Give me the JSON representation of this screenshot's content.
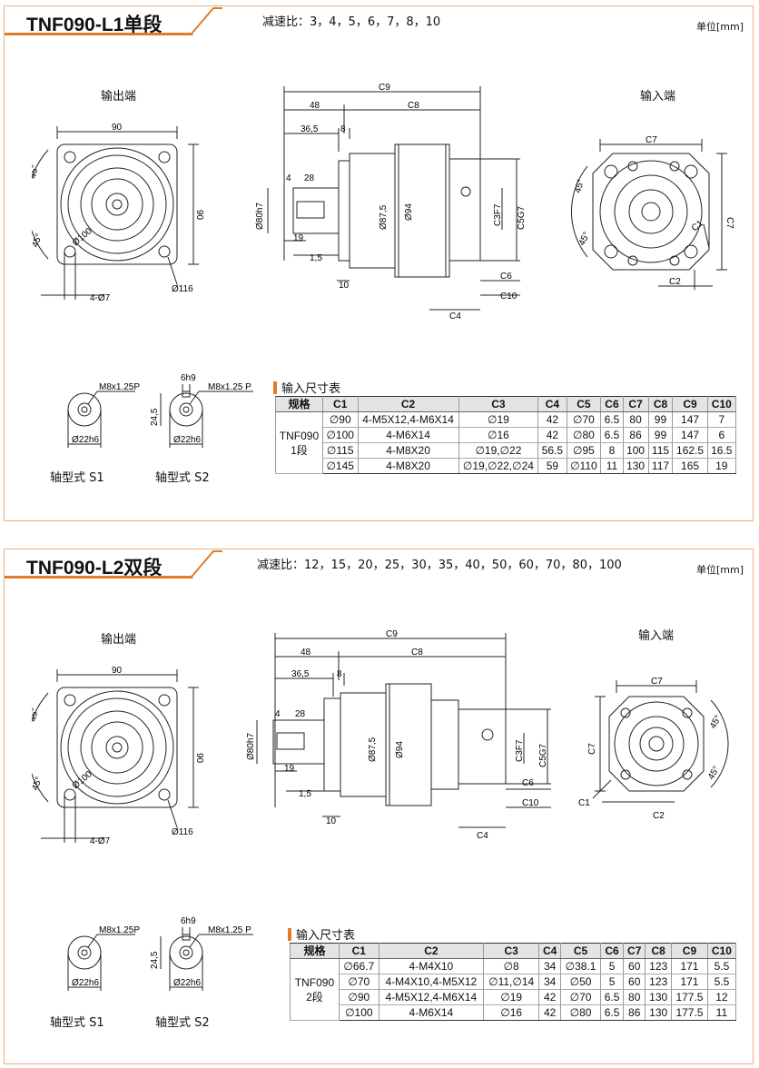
{
  "colors": {
    "accent": "#e07b2a",
    "frame": "#e8b27a",
    "line": "#222222"
  },
  "sections": [
    {
      "title": "TNF090-L1单段",
      "ratio": "减速比：3，4，5，6，7，8，10",
      "unit": "单位[mm]",
      "output_label": "输出端",
      "input_label": "输入端",
      "shaft_s1": "轴型式 S1",
      "shaft_s2": "轴型式 S2",
      "table_title": "输入尺寸表",
      "dims": {
        "d90a": "90",
        "d90b": "90",
        "a45a": "45°",
        "a45b": "45°",
        "d100": "Ø100",
        "holes": "4-Ø7",
        "d116": "Ø116",
        "c9": "C9",
        "c8": "C8",
        "d48": "48",
        "d365": "36,5",
        "d8": "8",
        "d4": "4",
        "d28": "28",
        "d80": "Ø80h7",
        "d875": "Ø87,5",
        "d94": "Ø94",
        "d19": "19",
        "d15": "1,5",
        "d10": "10",
        "c3": "C3F7",
        "c5": "C5G7",
        "c6": "C6",
        "c10": "C10",
        "c4": "C4",
        "c7a": "C7",
        "c7b": "C7",
        "ia45a": "45°",
        "ia45b": "45°",
        "c1": "C1",
        "c2": "C2",
        "m8a": "M8x1.25P",
        "d22a": "Ø22h6",
        "m8b": "M8x1.25 P",
        "d6": "6h9",
        "d245": "24,5",
        "d22b": "Ø22h6"
      },
      "table": {
        "headers": [
          "规格",
          "C1",
          "C2",
          "C3",
          "C4",
          "C5",
          "C6",
          "C7",
          "C8",
          "C9",
          "C10"
        ],
        "model": "TNF090\n1段",
        "rows": [
          [
            "∅90",
            "4-M5X12,4-M6X14",
            "∅19",
            "42",
            "∅70",
            "6.5",
            "80",
            "99",
            "147",
            "7"
          ],
          [
            "∅100",
            "4-M6X14",
            "∅16",
            "42",
            "∅80",
            "6.5",
            "86",
            "99",
            "147",
            "6"
          ],
          [
            "∅115",
            "4-M8X20",
            "∅19,∅22",
            "56.5",
            "∅95",
            "8",
            "100",
            "115",
            "162.5",
            "16.5"
          ],
          [
            "∅145",
            "4-M8X20",
            "∅19,∅22,∅24",
            "59",
            "∅110",
            "11",
            "130",
            "117",
            "165",
            "19"
          ]
        ]
      }
    },
    {
      "title": "TNF090-L2双段",
      "ratio": "减速比：12，15，20，25，30，35，40，50，60，70，80，100",
      "unit": "单位[mm]",
      "output_label": "输出端",
      "input_label": "输入端",
      "shaft_s1": "轴型式 S1",
      "shaft_s2": "轴型式 S2",
      "table_title": "输入尺寸表",
      "dims": {
        "d90a": "90",
        "d90b": "90",
        "a45a": "45°",
        "a45b": "45°",
        "d100": "Ø100",
        "holes": "4-Ø7",
        "d116": "Ø116",
        "c9": "C9",
        "c8": "C8",
        "d48": "48",
        "d365": "36,5",
        "d8": "8",
        "d4": "4",
        "d28": "28",
        "d80": "Ø80h7",
        "d875": "Ø87,5",
        "d94": "Ø94",
        "d19": "19",
        "d15": "1,5",
        "d10": "10",
        "c3": "C3F7",
        "c5": "C5G7",
        "c6": "C6",
        "c10": "C10",
        "c4": "C4",
        "c7a": "C7",
        "c7b": "C7",
        "ia45a": "45°",
        "ia45b": "45°",
        "c1": "C1",
        "c2": "C2",
        "m8a": "M8x1.25P",
        "d22a": "Ø22h6",
        "m8b": "M8x1.25 P",
        "d6": "6h9",
        "d245": "24,5",
        "d22b": "Ø22h6"
      },
      "table": {
        "headers": [
          "规格",
          "C1",
          "C2",
          "C3",
          "C4",
          "C5",
          "C6",
          "C7",
          "C8",
          "C9",
          "C10"
        ],
        "model": "TNF090\n2段",
        "rows": [
          [
            "∅66.7",
            "4-M4X10",
            "∅8",
            "34",
            "∅38.1",
            "5",
            "60",
            "123",
            "171",
            "5.5"
          ],
          [
            "∅70",
            "4-M4X10,4-M5X12",
            "∅11,∅14",
            "34",
            "∅50",
            "5",
            "60",
            "123",
            "171",
            "5.5"
          ],
          [
            "∅90",
            "4-M5X12,4-M6X14",
            "∅19",
            "42",
            "∅70",
            "6.5",
            "80",
            "130",
            "177.5",
            "12"
          ],
          [
            "∅100",
            "4-M6X14",
            "∅16",
            "42",
            "∅80",
            "6.5",
            "86",
            "130",
            "177.5",
            "11"
          ]
        ]
      }
    }
  ]
}
